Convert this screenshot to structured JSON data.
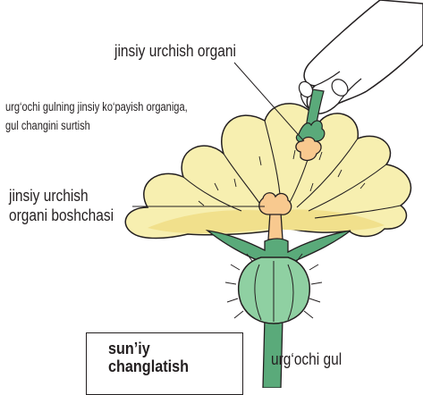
{
  "labels": {
    "organ": "jinsiy urchish organi",
    "note_line1": "urg‘ochi gulning jinsiy ko‘payish organiga,",
    "note_line2": "gul changini surtish",
    "stigma_line1": "jinsiy urchish",
    "stigma_line2": "organi boshchasi",
    "female_flower": "urg‘ochi gul"
  },
  "title": {
    "line1": "sun’iy",
    "line2": "changlatish"
  },
  "colors": {
    "petal": "#f7efb0",
    "petal_shade": "#f1e08c",
    "center": "#f8c98f",
    "stem": "#5aaa7a",
    "ovary": "#8fd0a2",
    "outline": "#231f20"
  }
}
